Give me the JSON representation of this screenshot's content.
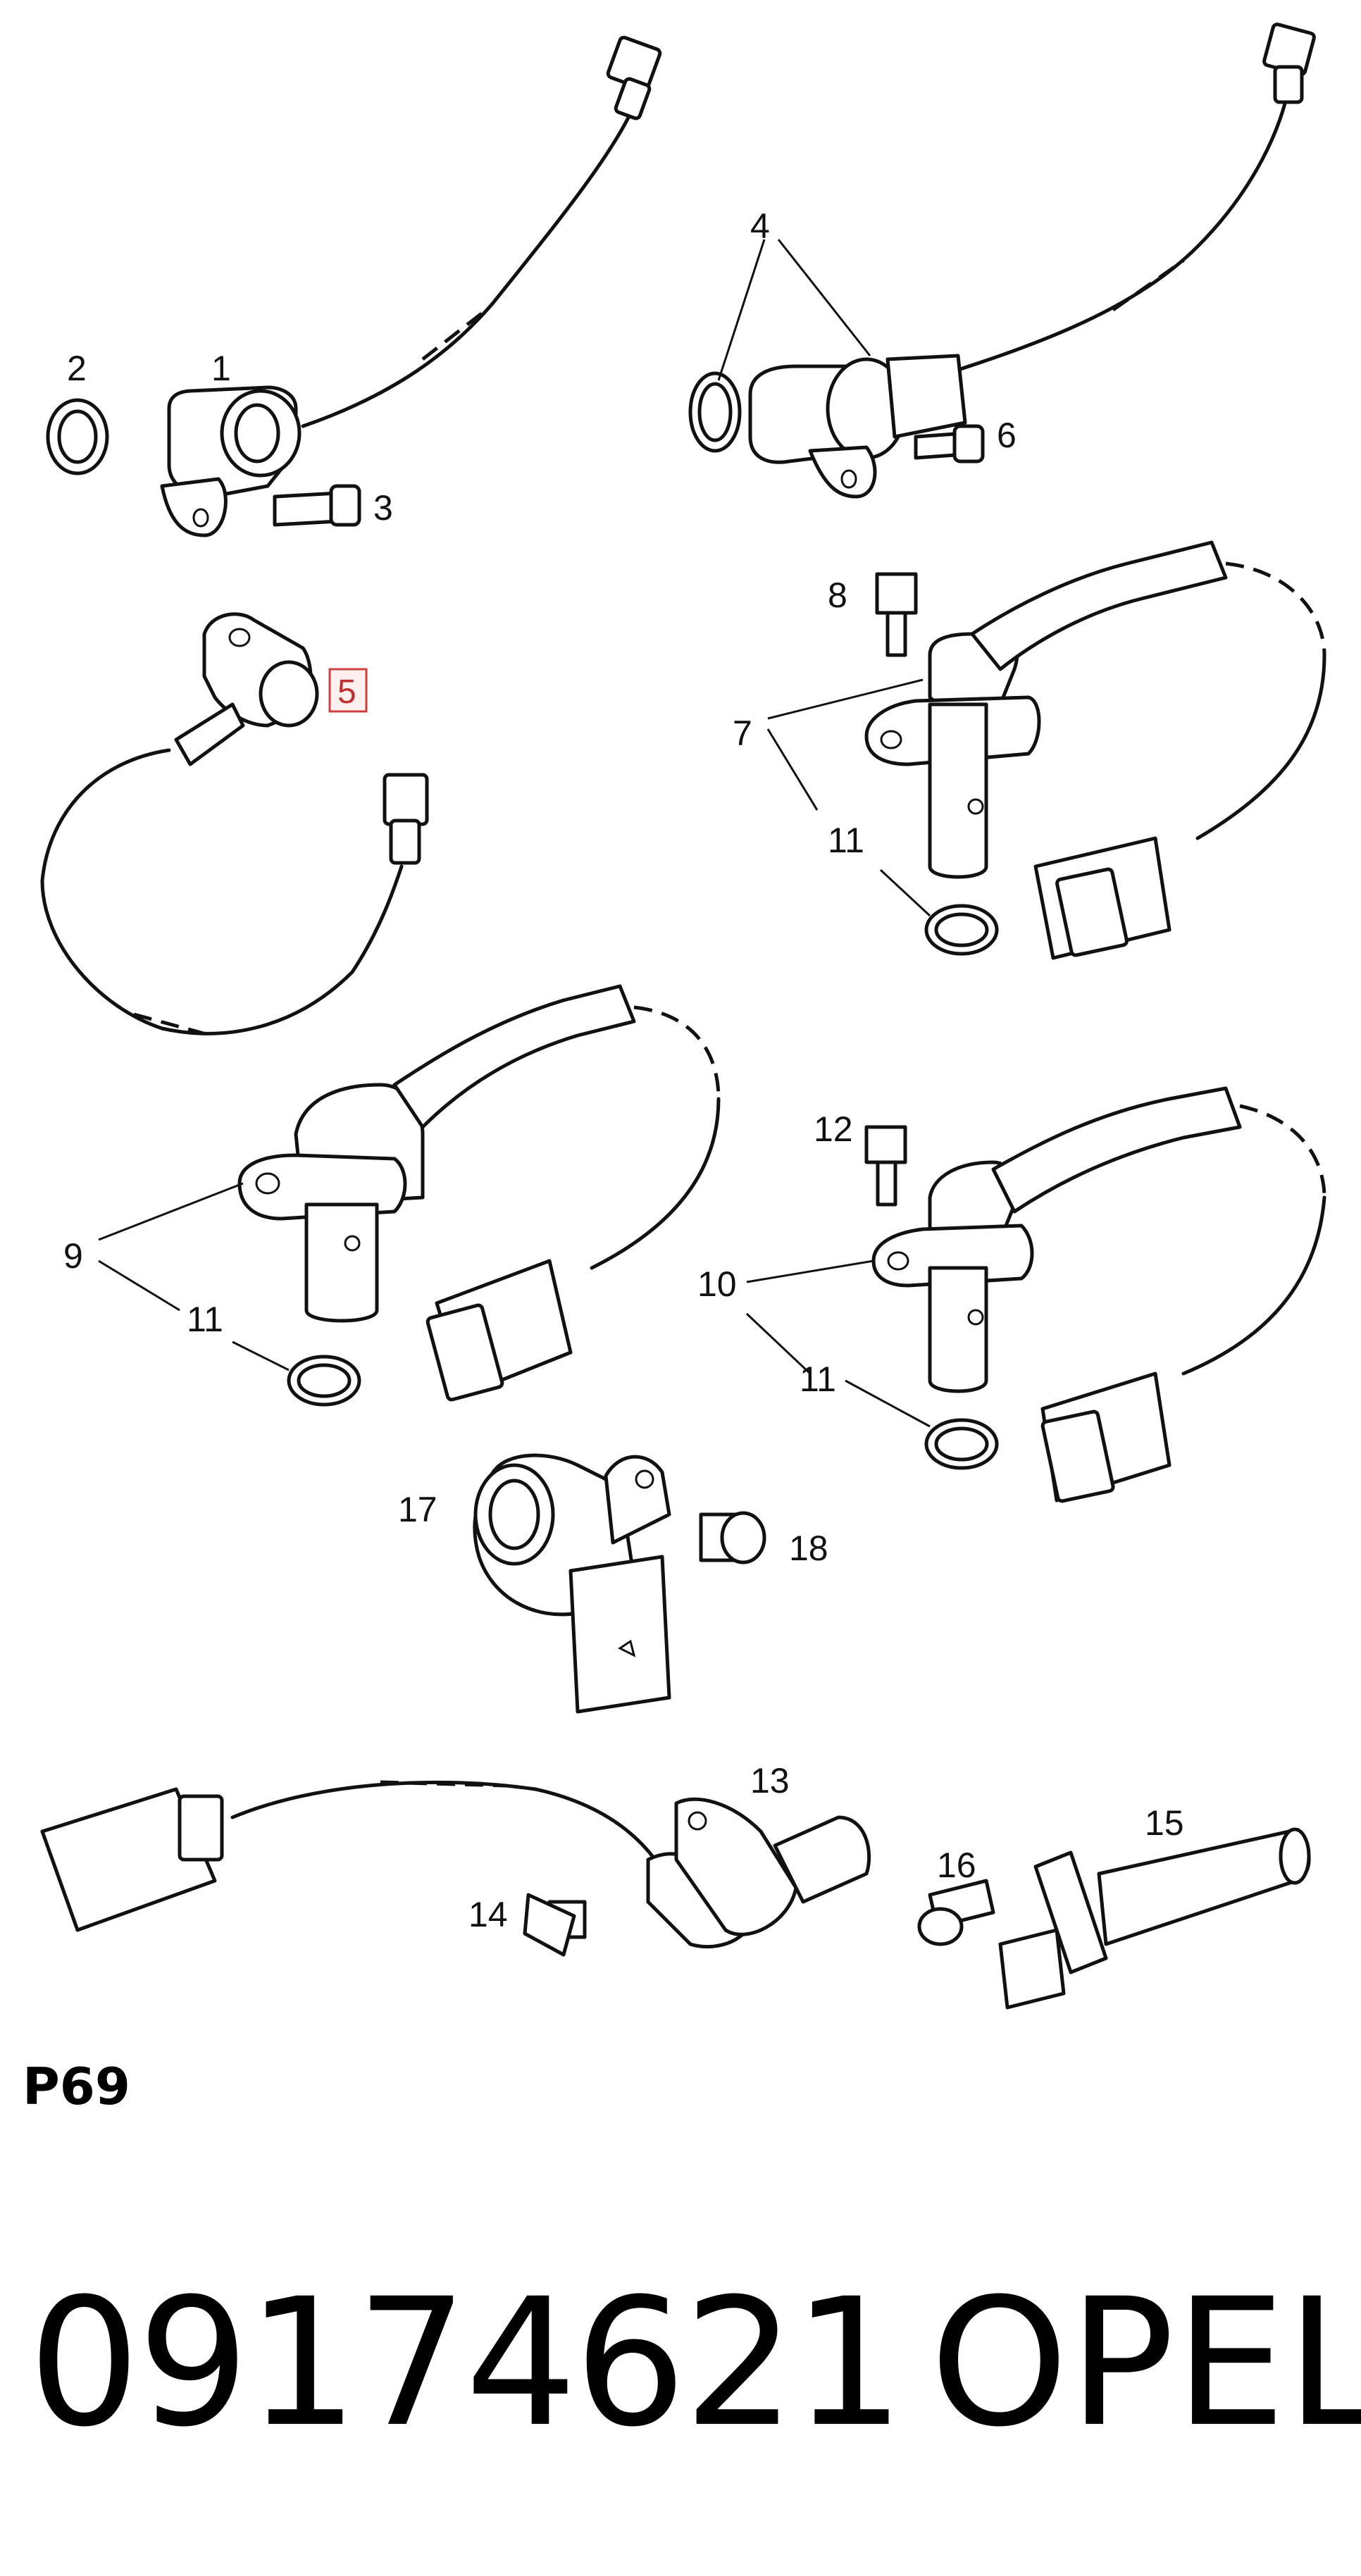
{
  "diagram": {
    "callouts": [
      {
        "id": "1",
        "text": "1"
      },
      {
        "id": "2",
        "text": "2"
      },
      {
        "id": "3",
        "text": "3"
      },
      {
        "id": "4",
        "text": "4"
      },
      {
        "id": "5",
        "text": "5",
        "highlighted": true
      },
      {
        "id": "6",
        "text": "6"
      },
      {
        "id": "7",
        "text": "7"
      },
      {
        "id": "8",
        "text": "8"
      },
      {
        "id": "9",
        "text": "9"
      },
      {
        "id": "10",
        "text": "10"
      },
      {
        "id": "11a",
        "text": "11"
      },
      {
        "id": "11b",
        "text": "11"
      },
      {
        "id": "11c",
        "text": "11"
      },
      {
        "id": "12",
        "text": "12"
      },
      {
        "id": "13",
        "text": "13"
      },
      {
        "id": "14",
        "text": "14"
      },
      {
        "id": "15",
        "text": "15"
      },
      {
        "id": "16",
        "text": "16"
      },
      {
        "id": "17",
        "text": "17"
      },
      {
        "id": "18",
        "text": "18"
      }
    ],
    "highlight_color": "#d04040"
  },
  "footer": {
    "page_code": "P69",
    "part_number": "09174621",
    "brand": "OPEL"
  }
}
